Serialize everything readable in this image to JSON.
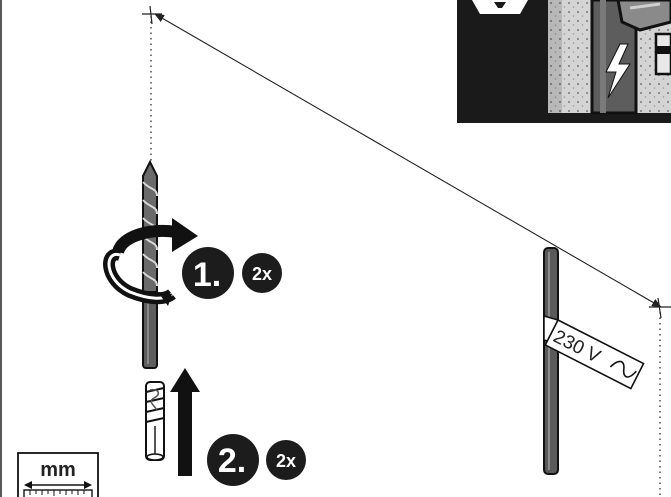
{
  "steps": [
    {
      "number": "1.",
      "repeat": "2x",
      "action": "drill-hole"
    },
    {
      "number": "2.",
      "repeat": "2x",
      "action": "insert-wall-plug"
    }
  ],
  "measure_box": {
    "unit": "mm"
  },
  "cable_tag": {
    "voltage": "230 V"
  },
  "icons": [
    "drill-bit-icon",
    "rotation-arrow-icon",
    "up-arrow-icon",
    "wall-plug-icon",
    "electric-cable-icon",
    "lightning-icon",
    "warning-icon",
    "ruler-icon"
  ],
  "colors": {
    "ink": "#222222",
    "badge": "#1c1c1c",
    "cable": "#5a5a5a",
    "warning_panel": "#1a1a1a",
    "concrete": "#cfcfcf"
  }
}
